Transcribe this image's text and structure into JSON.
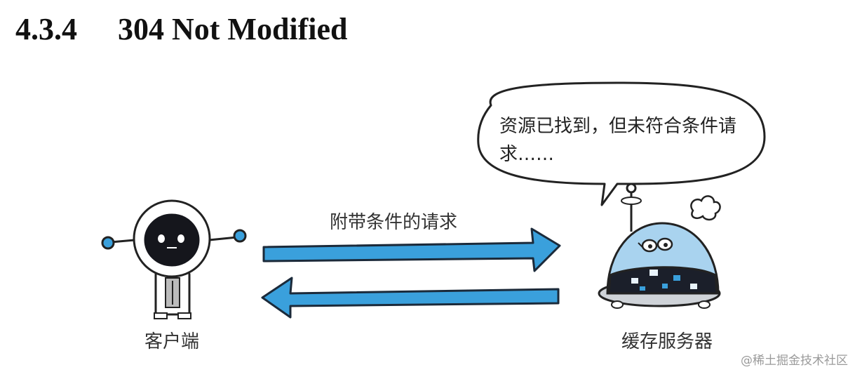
{
  "section": {
    "number": "4.3.4",
    "title": "304 Not Modified"
  },
  "figure": {
    "speech_bubble": "资源已找到，但未符合条件请求……",
    "request_label": "附带条件的请求",
    "client_label": "客户端",
    "server_label": "缓存服务器",
    "colors": {
      "arrow": "#3aa0dc",
      "arrow_outline": "#1b2a3a",
      "robot_body": "#ffffff",
      "server_dome": "#a9d3ef",
      "server_base": "#1b1f2a",
      "line": "#222222"
    }
  },
  "watermark": "@稀土掘金技术社区"
}
